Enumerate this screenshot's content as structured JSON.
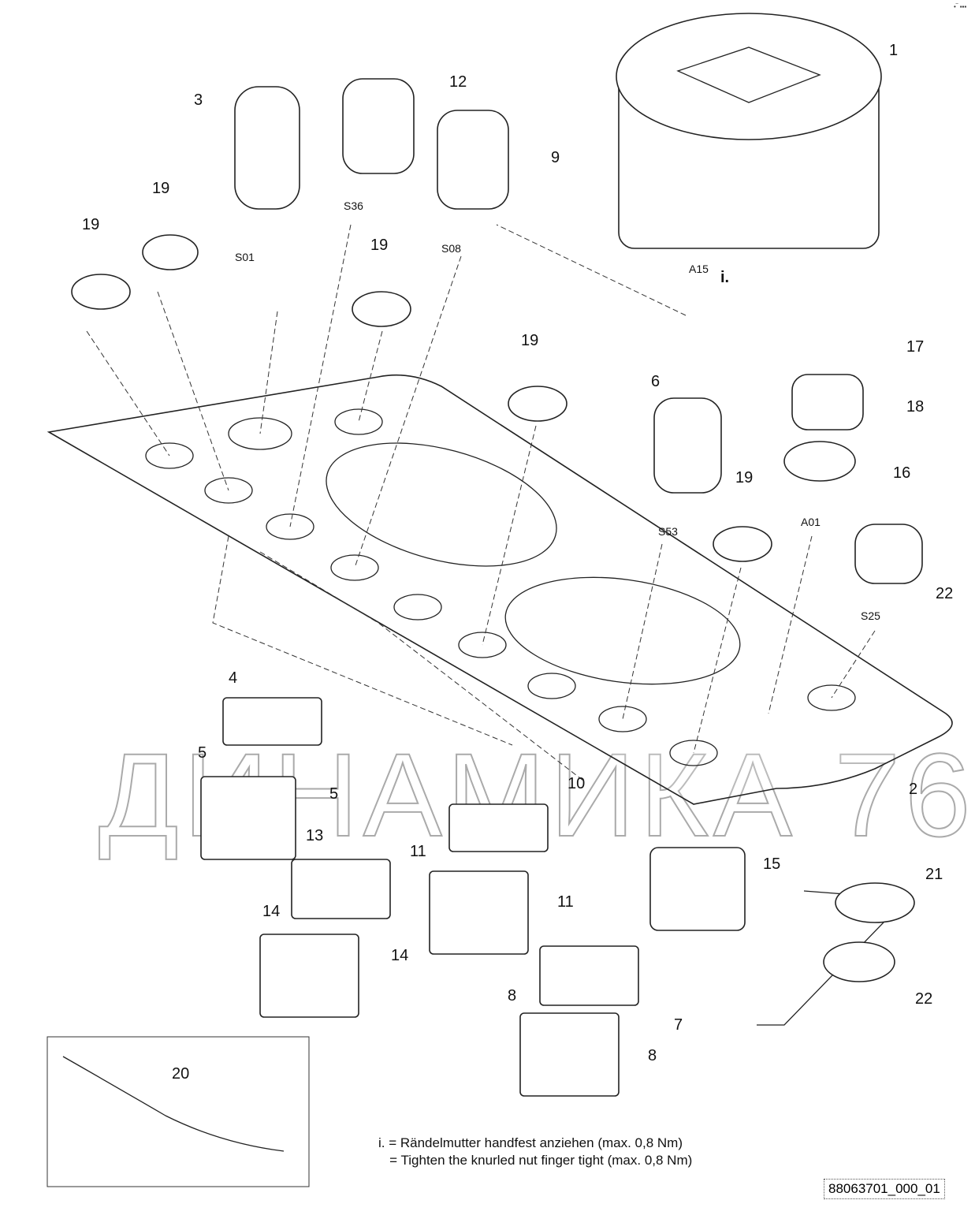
{
  "watermark": "ДИНАМИКА 76",
  "corner_mark": "•‾ ▪▪▪",
  "callouts": {
    "p1": "1",
    "p2": "2",
    "p3": "3",
    "p4": "4",
    "p5a": "5",
    "p5b": "5",
    "p6": "6",
    "p7": "7",
    "p8a": "8",
    "p8b": "8",
    "p9": "9",
    "p10": "10",
    "p11a": "11",
    "p11b": "11",
    "p12": "12",
    "p13": "13",
    "p14a": "14",
    "p14b": "14",
    "p15": "15",
    "p16": "16",
    "p17": "17",
    "p18": "18",
    "p19a": "19",
    "p19b": "19",
    "p19c": "19",
    "p19d": "19",
    "p19e": "19",
    "p20": "20",
    "p21": "21",
    "p22a": "22",
    "p22b": "22"
  },
  "codes": {
    "s01": "S01",
    "s36": "S36",
    "s08": "S08",
    "a15": "A15",
    "s53": "S53",
    "a01": "A01",
    "s25": "S25",
    "i": "i."
  },
  "notes": {
    "line1": "i. = Rändelmutter handfest anziehen (max. 0,8 Nm)",
    "line2": "   = Tighten the knurled nut finger tight (max. 0,8 Nm)"
  },
  "doc_id": "88063701_000_01"
}
